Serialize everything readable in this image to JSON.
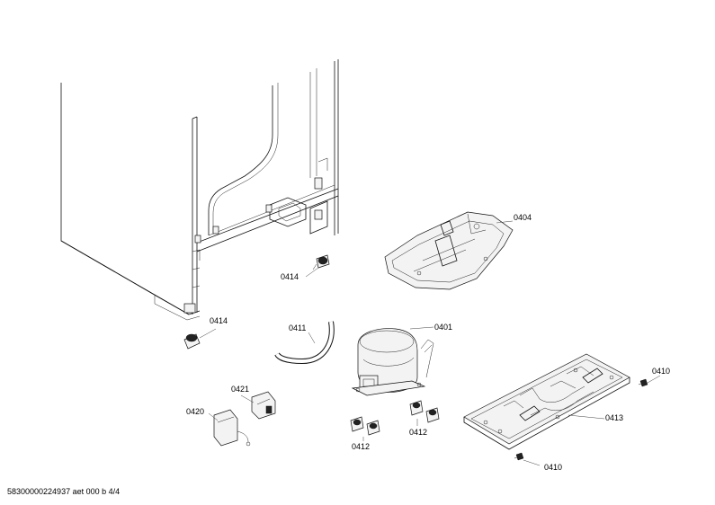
{
  "diagram": {
    "callouts": {
      "c0404": "0404",
      "c0414_upper": "0414",
      "c0414_lower": "0414",
      "c0411": "0411",
      "c0401": "0401",
      "c0421": "0421",
      "c0420": "0420",
      "c0412_left": "0412",
      "c0412_right": "0412",
      "c0410_right": "0410",
      "c0410_bottom": "0410",
      "c0413": "0413"
    }
  },
  "footer": {
    "text": "58300000224937 aet 000 b 4/4"
  }
}
